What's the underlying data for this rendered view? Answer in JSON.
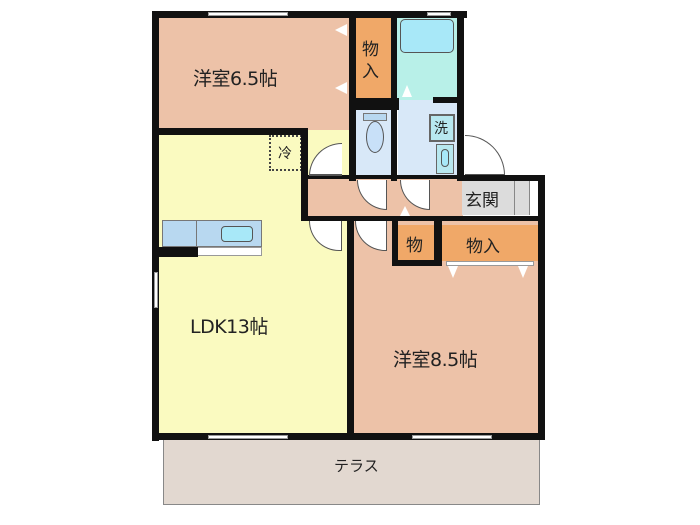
{
  "floor_plan": {
    "rooms": {
      "western_room_1": {
        "label": "洋室6.5帖",
        "color": "#edc2a8"
      },
      "ldk": {
        "label": "LDK13帖",
        "color": "#fafac0"
      },
      "western_room_2": {
        "label": "洋室8.5帖",
        "color": "#edc2a8"
      },
      "closet_top": {
        "label_line1": "物",
        "label_line2": "入",
        "color": "#f0a868"
      },
      "bathroom": {
        "color": "#b8f0e8"
      },
      "toilet": {
        "color": "#d8e8f8"
      },
      "washroom": {
        "label": "洗",
        "color": "#d8e8f8"
      },
      "entrance": {
        "label": "玄関",
        "color": "#dcdcdc"
      },
      "storage_small": {
        "label": "物",
        "color": "#f0a868"
      },
      "closet_bottom": {
        "label": "物入",
        "color": "#f0a868"
      },
      "hallway": {
        "color": "#edc2a8"
      },
      "terrace": {
        "label": "テラス",
        "color": "#e2d8d0"
      }
    },
    "fixtures": {
      "refrigerator_space": {
        "label": "冷"
      },
      "kitchen_counter": {
        "color": "#b8d8f0"
      }
    },
    "colors": {
      "wall": "#111111",
      "bath_tub": "#a8e8f8"
    }
  }
}
